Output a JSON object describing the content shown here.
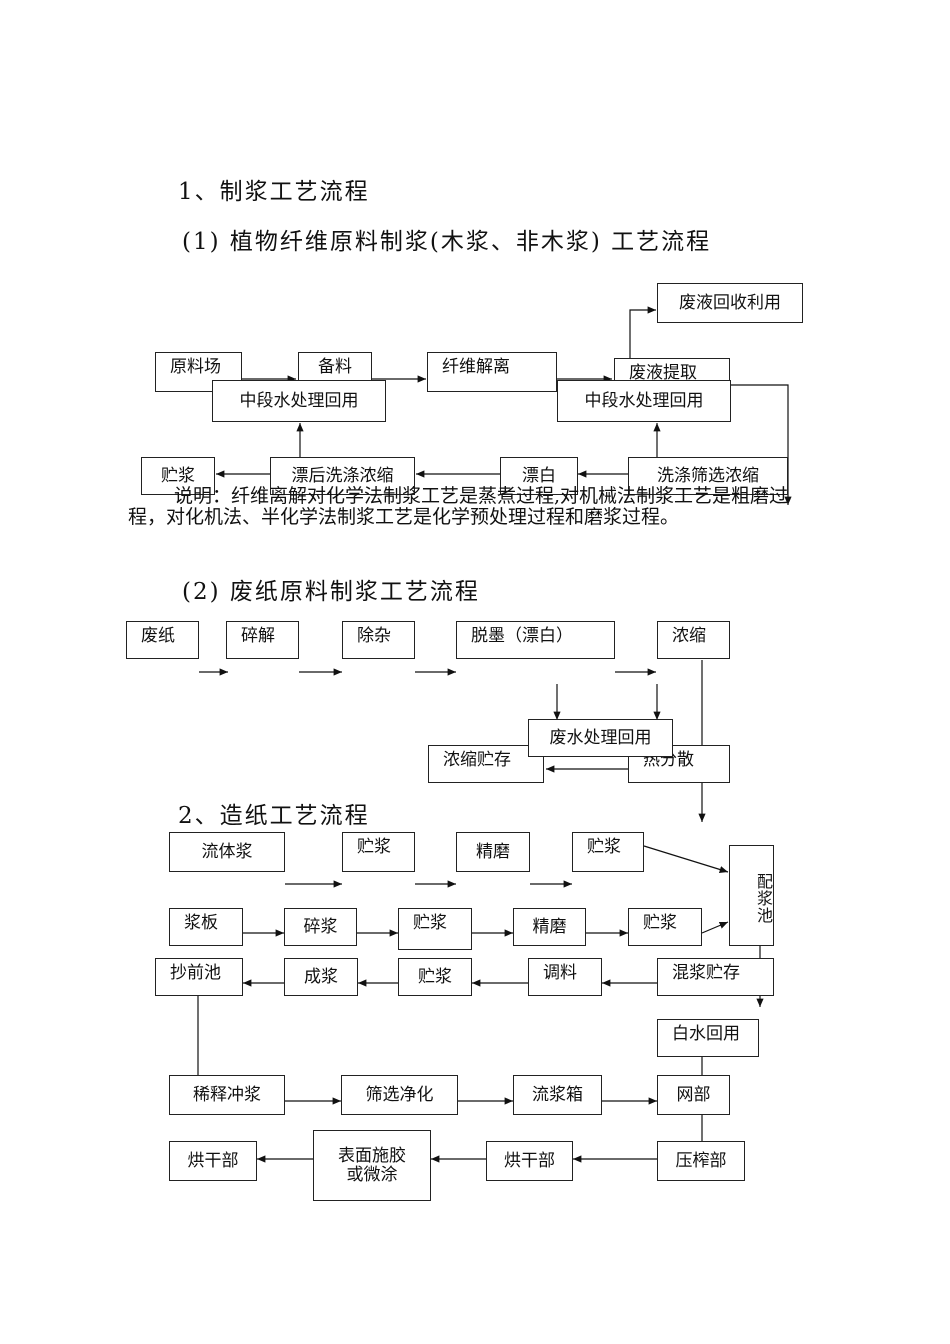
{
  "headings": {
    "h1": "1、制浆工艺流程",
    "h1_1": "(1) 植物纤维原料制浆(木浆、非木浆) 工艺流程",
    "h1_2": "(2) 废纸原料制浆工艺流程",
    "h2": "2、造纸工艺流程"
  },
  "note_text": "说明：纤维离解对化学法制浆工艺是蒸煮过程,对机械法制浆工艺是粗磨过程，对化机法、半化学法制浆工艺是化学预处理过程和磨浆过程。",
  "flow1": {
    "waste_recycle": "废液回收利用",
    "raw_yard": "原料场",
    "prep": "备料",
    "fiber_sep": "纤维解离",
    "waste_extract": "废液提取",
    "mid_water_left": "中段水处理回用",
    "mid_water_right": "中段水处理回用",
    "storage": "贮浆",
    "post_bleach_wash": "漂后洗涤浓缩",
    "bleach": "漂白",
    "wash_screen": "洗涤筛选浓缩"
  },
  "flow2": {
    "waste_paper": "废纸",
    "pulping": "碎解",
    "cleaning": "除杂",
    "deink": "脱墨（漂白）",
    "thicken": "浓缩",
    "wastewater": "废水处理回用",
    "thick_store": "浓缩贮存",
    "hot_disperse": "热分散"
  },
  "flow3": {
    "fluid_pulp": "流体浆",
    "store1": "贮浆",
    "refine1": "精磨",
    "store2": "贮浆",
    "mix_chest": "配浆池",
    "pulp_board": "浆板",
    "crush": "碎浆",
    "store3": "贮浆",
    "refine2": "精磨",
    "store4": "贮浆",
    "machine_chest": "抄前池",
    "finished": "成浆",
    "store5": "贮浆",
    "blend": "调料",
    "mix_store": "混浆贮存",
    "white_water": "白水回用",
    "dilute": "稀释冲浆",
    "screen_clean": "筛选净化",
    "headbox": "流浆箱",
    "wire": "网部",
    "dryer_left": "烘干部",
    "size_coat": "表面施胶或微涂",
    "dryer_mid": "烘干部",
    "press": "压榨部"
  }
}
